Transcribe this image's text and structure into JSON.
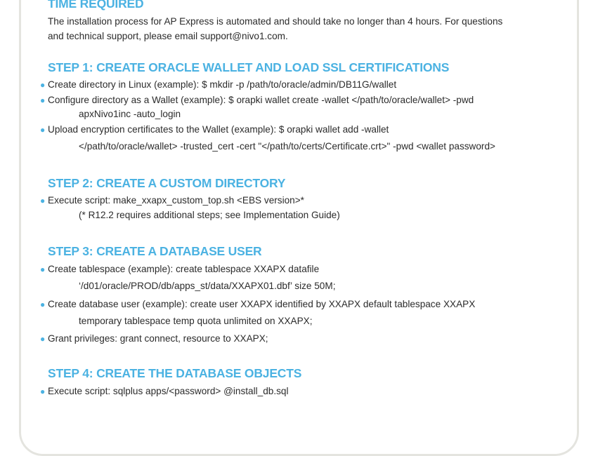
{
  "time_section": {
    "heading": "TIME REQUIRED",
    "line1": "The installation process for AP Express is automated and should take no longer than 4 hours.  For questions",
    "line2": "and technical support, please email support@nivo1.com."
  },
  "step1": {
    "heading": "STEP 1: CREATE ORACLE WALLET AND LOAD SSL CERTIFICATIONS",
    "items": [
      {
        "line1": "Create directory in Linux (example):  $ mkdir -p /path/to/oracle/admin/DB11G/wallet"
      },
      {
        "line1": "Configure directory as a Wallet (example):  $ orapki wallet create -wallet </path/to/oracle/wallet> -pwd",
        "line2": "apxNivo1inc -auto_login"
      },
      {
        "line1": "Upload encryption certificates to the Wallet (example):  $ orapki wallet add -wallet",
        "line2": "</path/to/oracle/wallet> -trusted_cert -cert \"</path/to/certs/Certificate.crt>\" -pwd <wallet password>"
      }
    ]
  },
  "step2": {
    "heading": "STEP 2:  CREATE A CUSTOM DIRECTORY",
    "items": [
      {
        "line1": "Execute script:  make_xxapx_custom_top.sh <EBS version>*",
        "line2": "(* R12.2 requires additional steps; see Implementation Guide)"
      }
    ]
  },
  "step3": {
    "heading": "STEP 3:  CREATE A DATABASE USER",
    "items": [
      {
        "line1": "Create tablespace (example):  create tablespace XXAPX datafile",
        "line2": "‘/d01/oracle/PROD/db/apps_st/data/XXAPX01.dbf’ size 50M;"
      },
      {
        "line1": "Create database user (example):  create user XXAPX identified by XXAPX default tablespace XXAPX",
        "line2": "temporary tablespace temp quota  unlimited on XXAPX;"
      },
      {
        "line1": "Grant privileges:  grant connect, resource to XXAPX;"
      }
    ]
  },
  "step4": {
    "heading": "STEP 4:  CREATE THE DATABASE OBJECTS",
    "items": [
      {
        "line1": "Execute script:  sqlplus apps/<password> @install_db.sql"
      }
    ]
  },
  "bullet_glyph": "●",
  "colors": {
    "heading": "#4bb2e2",
    "body_text": "#2b2b2b",
    "frame_border": "#e4e4df"
  }
}
